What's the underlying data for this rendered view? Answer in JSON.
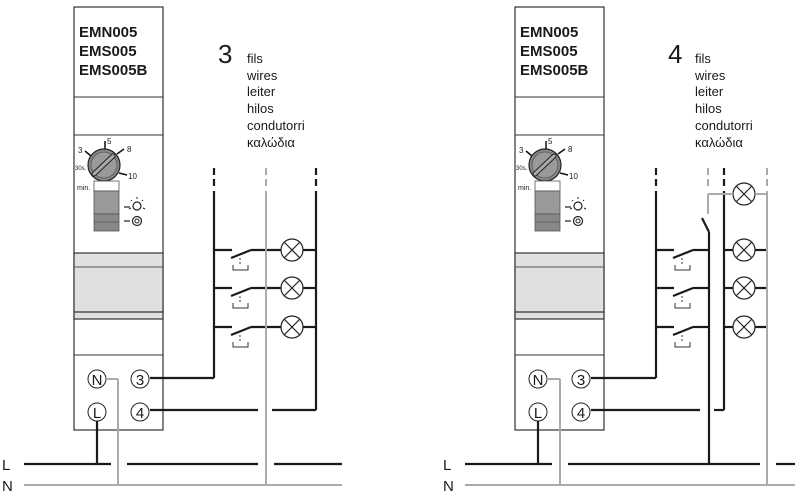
{
  "diagrams": [
    {
      "models": [
        "EMN005",
        "EMS005",
        "EMS005B"
      ],
      "wire_count": "3",
      "wire_labels": [
        "fils",
        "wires",
        "leiter",
        "hilos",
        "condutorri",
        "καλώδια"
      ],
      "dial": {
        "ticks": [
          "3",
          "5",
          "8",
          "10"
        ],
        "min_label": "30s.",
        "unit_label": "min."
      },
      "terminals": [
        "N",
        "3",
        "L",
        "4"
      ]
    },
    {
      "models": [
        "EMN005",
        "EMS005",
        "EMS005B"
      ],
      "wire_count": "4",
      "wire_labels": [
        "fils",
        "wires",
        "leiter",
        "hilos",
        "condutorri",
        "καλώδια"
      ],
      "dial": {
        "ticks": [
          "3",
          "5",
          "8",
          "10"
        ],
        "min_label": "30s.",
        "unit_label": "min."
      },
      "terminals": [
        "N",
        "3",
        "L",
        "4"
      ]
    }
  ],
  "bus_labels": {
    "line": "L",
    "neutral": "N"
  },
  "colors": {
    "live": "#1a1a1a",
    "neutral": "#aaaaaa",
    "panel": "#e0e0e0"
  }
}
